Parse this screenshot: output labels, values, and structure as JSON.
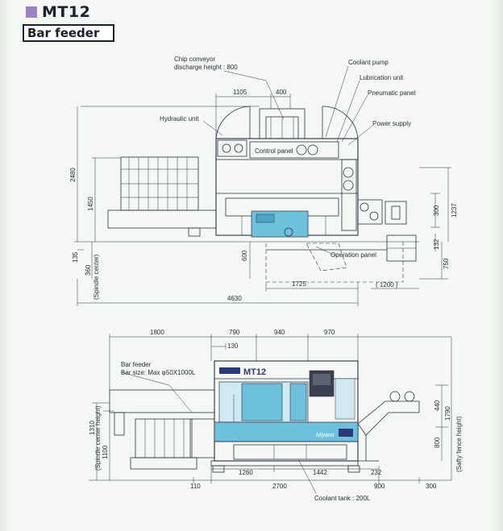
{
  "header": {
    "model": "MT12",
    "page_title": "Bar feeder"
  },
  "top_view": {
    "labels": {
      "chip_conveyor_1": "Chip conveyor",
      "chip_conveyor_2": "discharge height : 800",
      "coolant_pump": "Coolant pump",
      "lubrication_unit": "Lubrication unit",
      "pneumatic_panel": "Pneumatic panel",
      "hydraulic_unit": "Hydraulic unit",
      "power_supply": "Power supply",
      "control_panel": "Control panel",
      "operation_panel": "Operation panel",
      "spindle_center": "(Spindle center)"
    },
    "dims": {
      "d1105": "1105",
      "d400": "400",
      "d2480": "2480",
      "d1450": "1450",
      "d1237": "1237",
      "d300": "300",
      "d132": "132",
      "d750": "750",
      "d135": "135",
      "d360": "360",
      "d600": "600",
      "d1725": "1725",
      "d1200": "( 1200 )",
      "d4630": "4630"
    }
  },
  "front_view": {
    "labels": {
      "bar_feeder": "Bar feeder",
      "bar_size": "Bar size: Max φ50X1000L",
      "machine_badge": "MT12",
      "coolant_tank": "Coolant tank : 200L",
      "spindle_center_height": "(Spindle center height)",
      "safety_fence_height": "(Safty fence height)",
      "brand": "Miyano"
    },
    "dims": {
      "d1800": "1800",
      "d790": "790",
      "d940": "940",
      "d970": "970",
      "d130": "130",
      "d1310": "1310",
      "d1100": "1100",
      "d1790": "1790",
      "d440": "440",
      "d800": "800",
      "d1260": "1260",
      "d1442": "1442",
      "d232": "232",
      "d110": "110",
      "d2700": "2700",
      "d900": "900",
      "d300b": "300"
    }
  },
  "colors": {
    "accent": "#9b82c8",
    "machine_blue": "#6ec1dc",
    "badge_navy": "#2a3a7a",
    "line": "#2a3040"
  }
}
